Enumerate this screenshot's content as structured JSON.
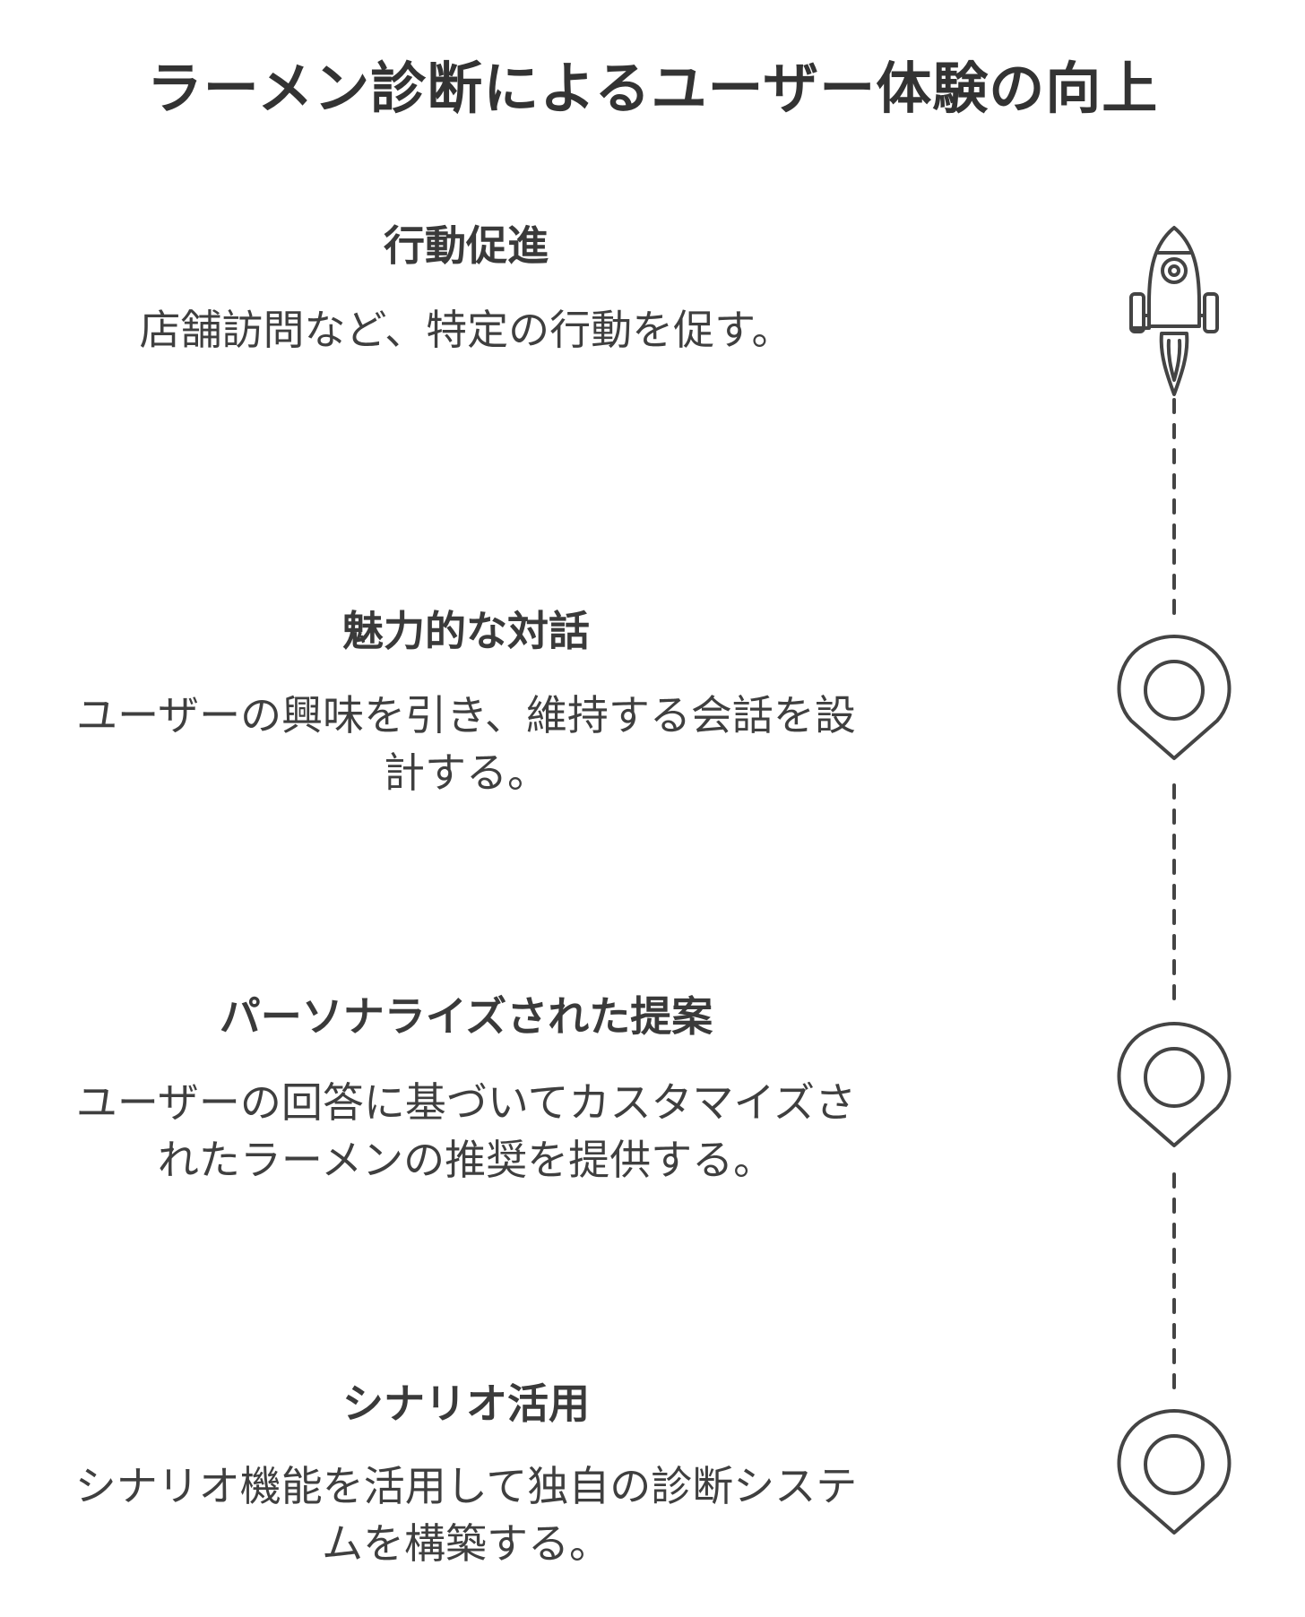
{
  "title": "ラーメン診断によるユーザー体験の向上",
  "steps": [
    {
      "heading": "行動促進",
      "description": "店舗訪問など、特定の行動を促す。",
      "icon": "rocket-icon"
    },
    {
      "heading": "魅力的な対話",
      "description": "ユーザーの興味を引き、維持する会話を設計する。",
      "icon": "map-pin-icon"
    },
    {
      "heading": "パーソナライズされた提案",
      "description": "ユーザーの回答に基づいてカスタマイズされたラーメンの推奨を提供する。",
      "icon": "map-pin-icon"
    },
    {
      "heading": "シナリオ活用",
      "description": "シナリオ機能を活用して独自の診断システムを構築する。",
      "icon": "map-pin-icon"
    }
  ],
  "colors": {
    "stroke": "#444444",
    "text": "#3a3a3a",
    "background": "#ffffff"
  }
}
